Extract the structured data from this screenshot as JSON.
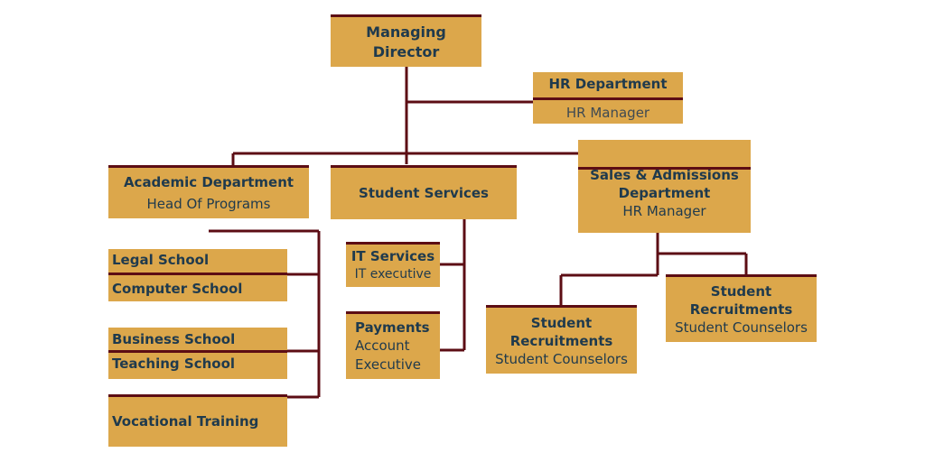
{
  "colors": {
    "box": "#dca74b",
    "line": "#5c0d14",
    "text": "#1f3a4d"
  },
  "nodes": {
    "md": {
      "title": "Managing Director"
    },
    "hr": {
      "title": "HR Department",
      "subtitle": "HR Manager"
    },
    "academic": {
      "title": "Academic Department",
      "subtitle": "Head Of Programs"
    },
    "student_services": {
      "title": "Student Services"
    },
    "sales": {
      "title": "Sales & Admissions Department",
      "subtitle": "HR Manager"
    },
    "legal": {
      "title": "Legal School"
    },
    "computer": {
      "title": "Computer School"
    },
    "business": {
      "title": "Business School"
    },
    "teaching": {
      "title": "Teaching School"
    },
    "vocational": {
      "title": "Vocational Training"
    },
    "it": {
      "title": "IT Services",
      "subtitle": "IT executive"
    },
    "payments": {
      "title": "Payments",
      "subtitle": "Account Executive"
    },
    "recruit1": {
      "title": "Student Recruitments",
      "subtitle": "Student Counselors"
    },
    "recruit2": {
      "title": "Student Recruitments",
      "subtitle": "Student Counselors"
    }
  }
}
